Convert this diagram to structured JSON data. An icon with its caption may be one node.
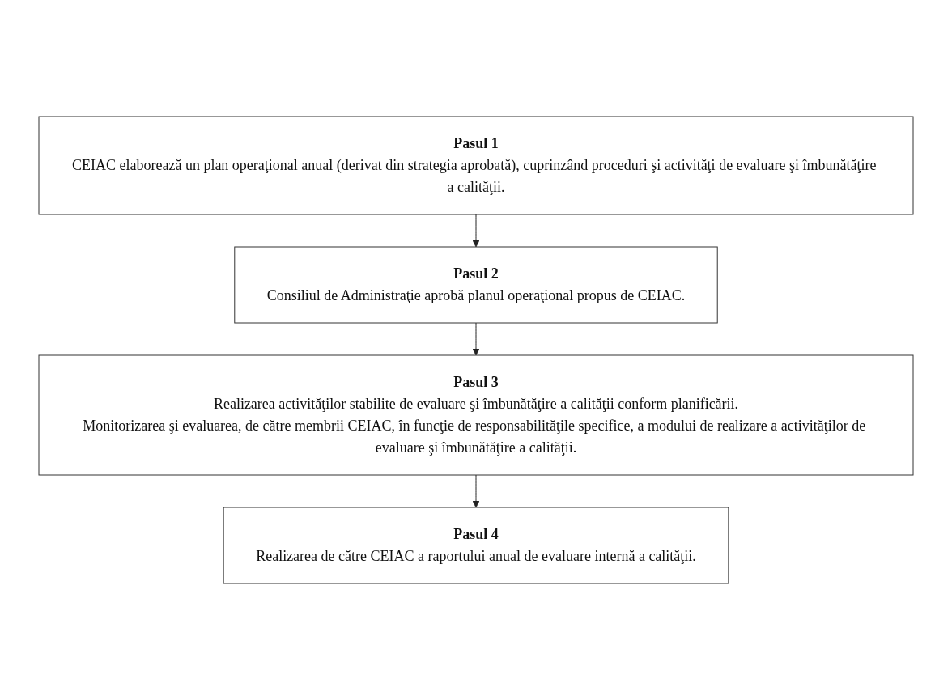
{
  "diagram": {
    "nodes": [
      {
        "text": [
          "Pasul 1",
          "CEIAC elaborează un plan operaţional anual (derivat din strategia aprobată), cuprinzând proceduri şi activităţi de evaluare şi îmbunătăţire a calităţii."
        ]
      },
      {
        "text": [
          "Pasul 2",
          "Consiliul de Administraţie aprobă planul operaţional propus de CEIAC."
        ]
      },
      {
        "text": [
          "Pasul 3",
          "Realizarea activităţilor stabilite de evaluare şi îmbunătăţire a calităţii conform planificării.",
          "Monitorizarea şi evaluarea, de către membrii CEIAC, în funcţie de responsabilităţile specifice, a modului de realizare a activităţilor de evaluare şi îmbunătăţire a calităţii."
        ]
      },
      {
        "text": [
          "Pasul 4",
          "Realizarea de către CEIAC a raportului anual de evaluare internă a calităţii."
        ]
      }
    ],
    "edges": [
      {
        "from": 0,
        "to": 1,
        "arrow": "to"
      },
      {
        "from": 1,
        "to": 2,
        "arrow": "to"
      },
      {
        "from": 2,
        "to": 3,
        "arrow": "to"
      }
    ]
  }
}
